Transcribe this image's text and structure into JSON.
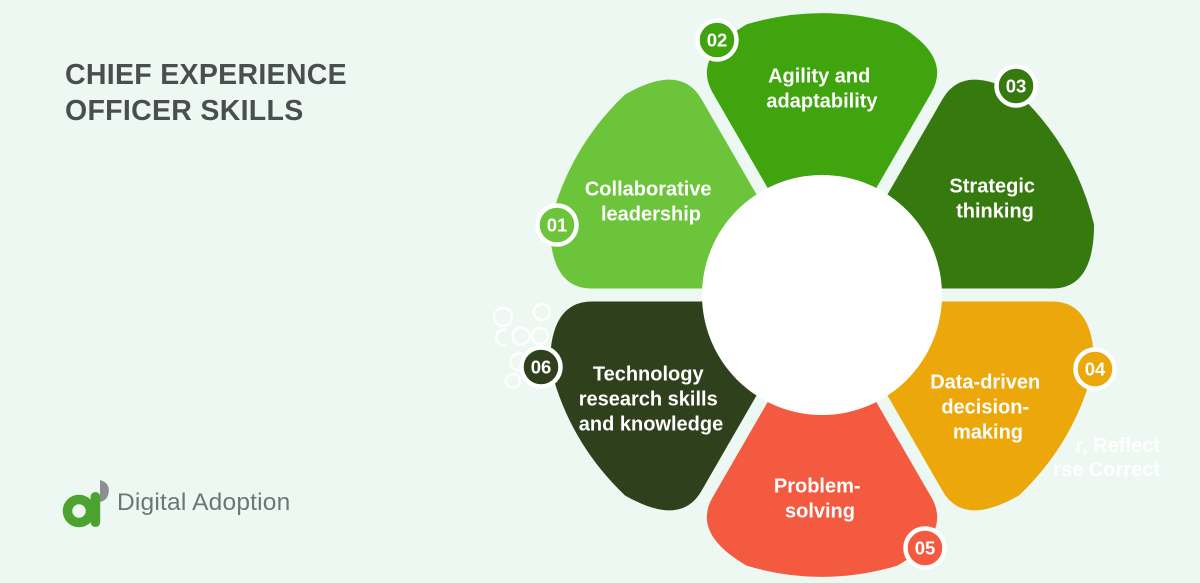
{
  "title": {
    "lines": [
      "CHIEF EXPERIENCE",
      "OFFICER SKILLS"
    ]
  },
  "flower": {
    "petals": [
      {
        "number": "01",
        "lines": [
          "Collaborative",
          "leadership"
        ],
        "color": "#6bc43a"
      },
      {
        "number": "02",
        "lines": [
          "Agility and",
          "adaptability"
        ],
        "color": "#3fa40e"
      },
      {
        "number": "03",
        "lines": [
          "Strategic",
          "thinking"
        ],
        "color": "#36790e"
      },
      {
        "number": "04",
        "lines": [
          "Data-driven",
          "decision-",
          "making"
        ],
        "color": "#eca70a"
      },
      {
        "number": "05",
        "lines": [
          "Problem-",
          "solving"
        ],
        "color": "#f45a40"
      },
      {
        "number": "06",
        "lines": [
          "Technology",
          "research skills",
          "and knowledge"
        ],
        "color": "#2f401c"
      }
    ]
  },
  "watermark": {
    "lines": [
      "r, Reflect",
      "rse Correct"
    ]
  },
  "logo": {
    "text": "Digital Adoption"
  },
  "colors": {
    "background": "#edf8f2",
    "title_text": "#4a4e4e",
    "label_text": "#ffffff",
    "center_circle": "#ffffff",
    "logo_green": "#4da32f",
    "logo_leaf_gray": "#8b9192",
    "logo_text_gray": "#6f7575"
  }
}
